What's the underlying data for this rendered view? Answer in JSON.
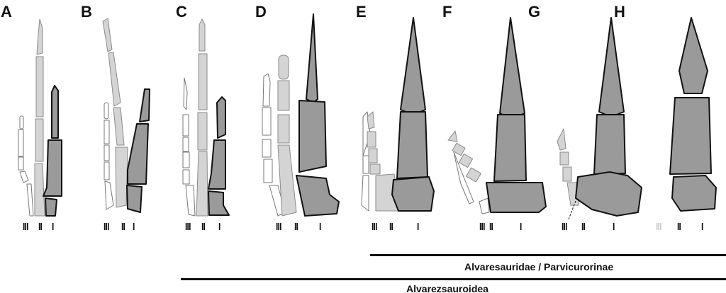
{
  "panels": [
    {
      "label": "A",
      "digits": [
        "III",
        "II",
        "I"
      ]
    },
    {
      "label": "B",
      "digits": [
        "III",
        "II",
        "I"
      ]
    },
    {
      "label": "C",
      "digits": [
        "III",
        "II",
        "I"
      ]
    },
    {
      "label": "D",
      "digits": [
        "III",
        "II",
        "I"
      ]
    },
    {
      "label": "E",
      "digits": [
        "III",
        "II",
        "I"
      ]
    },
    {
      "label": "F",
      "digits": [
        "III",
        "II",
        "I"
      ]
    },
    {
      "label": "G",
      "digits": [
        "III",
        "II",
        "I"
      ]
    },
    {
      "label": "H",
      "digits": [
        "III",
        "II",
        "I"
      ]
    }
  ],
  "clades": {
    "inner": "Alvaresauridae / Parvicurorinae",
    "outer": "Alvarezsauroidea"
  },
  "colors": {
    "digit_I": "#9a9a9a",
    "digit_II": "#d4d4d4",
    "digit_III": "#ffffff"
  }
}
